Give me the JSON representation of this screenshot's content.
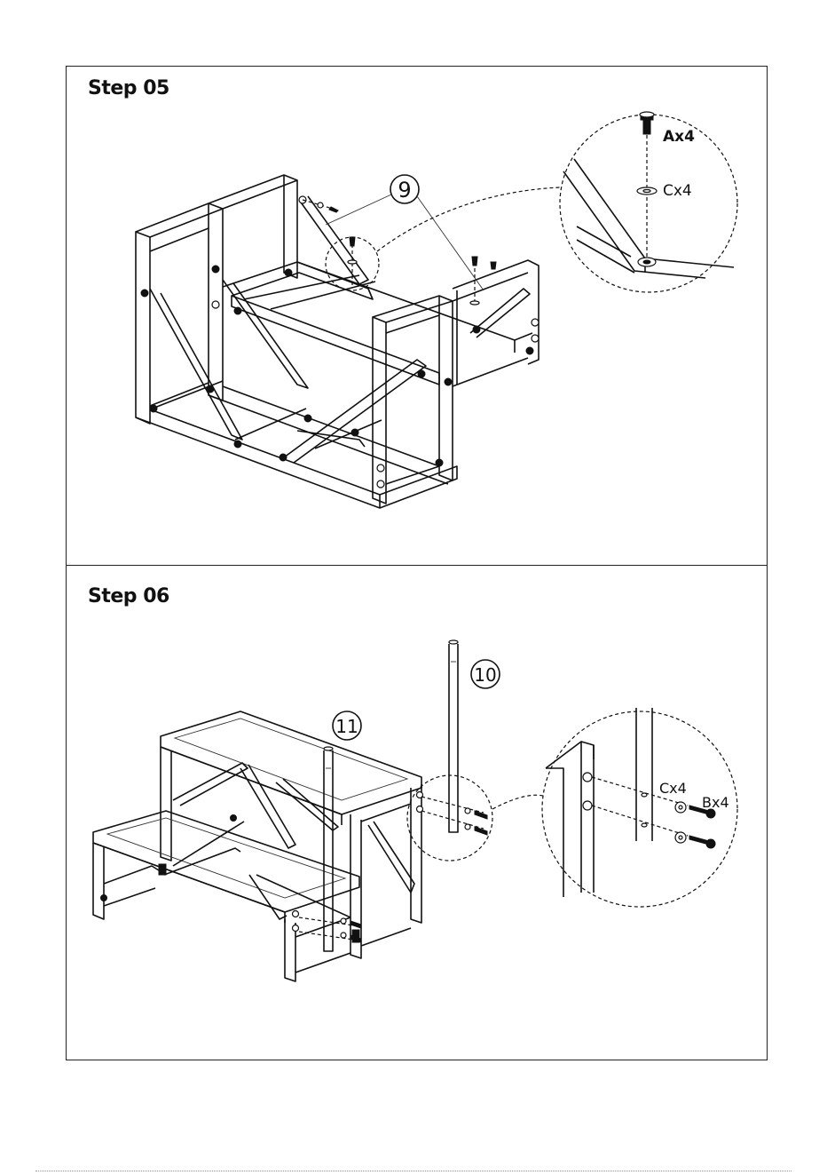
{
  "steps": [
    {
      "title": "Step 05",
      "part_callout": "9",
      "hardware": [
        {
          "label": "Ax4"
        },
        {
          "label": "Cx4"
        }
      ]
    },
    {
      "title": "Step 06",
      "part_callouts": [
        "10",
        "11"
      ],
      "hardware": [
        {
          "label": "Cx4"
        },
        {
          "label": "Bx4"
        }
      ]
    }
  ]
}
